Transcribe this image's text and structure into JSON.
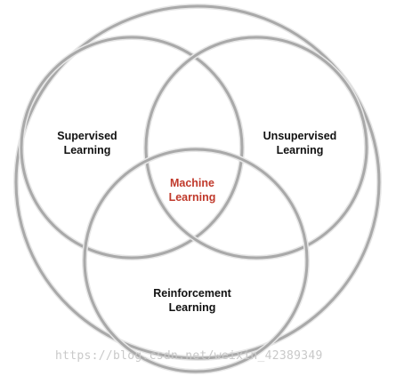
{
  "diagram": {
    "sets": [
      {
        "id": "supervised",
        "lines": [
          "Supervised",
          "Learning"
        ]
      },
      {
        "id": "unsupervised",
        "lines": [
          "Unsupervised",
          "Learning"
        ]
      },
      {
        "id": "reinforcement",
        "lines": [
          "Reinforcement",
          "Learning"
        ]
      }
    ],
    "center": {
      "lines": [
        "Machine",
        "Learning"
      ]
    },
    "ring_color": "#a9a9a9",
    "center_text_color": "#c0392b",
    "label_color": "#111111"
  },
  "watermark": "https://blog.csdn.net/weixin_42389349"
}
